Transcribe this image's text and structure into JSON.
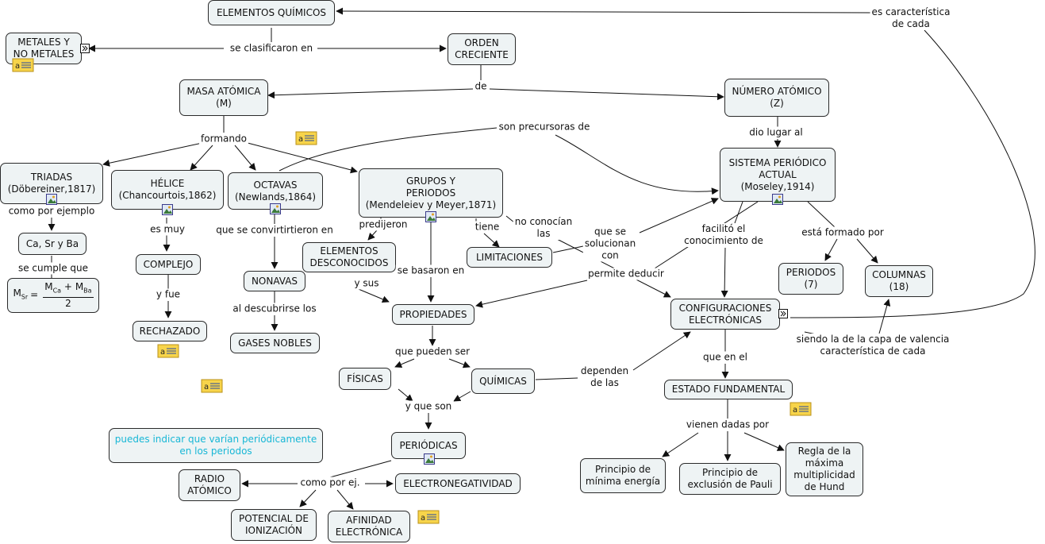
{
  "nodes": {
    "elementos": "ELEMENTOS QUÍMICOS",
    "metales": "METALES Y\nNO METALES",
    "orden": "ORDEN\nCRECIENTE",
    "masa": "MASA ATÓMICA\n(M)",
    "numero": "NÚMERO ATÓMICO\n(Z)",
    "sistema": "SISTEMA PERIÓDICO\nACTUAL\n(Moseley,1914)",
    "triadas": "TRIADAS\n(Döbereiner,1817)",
    "helice": "HÉLICE\n(Chancourtois,1862)",
    "octavas": "OCTAVAS\n(Newlands,1864)",
    "grupos": "GRUPOS Y\nPERIODOS\n(Mendeleiev y Meyer,1871)",
    "casrba": "Ca, Sr y Ba",
    "complejo": "COMPLEJO",
    "rechazado": "RECHAZADO",
    "nonavas": "NONAVAS",
    "gases": "GASES NOBLES",
    "desconocidos": "ELEMENTOS\nDESCONOCIDOS",
    "limitaciones": "LIMITACIONES",
    "propiedades": "PROPIEDADES",
    "fisicas": "FÍSICAS",
    "quimicas": "QUÍMICAS",
    "periodicas": "PERIÓDICAS",
    "radio": "RADIO\nATÓMICO",
    "electroneg": "ELECTRONEGATIVIDAD",
    "potencial": "POTENCIAL DE\nIONIZACIÓN",
    "afinidad": "AFINIDAD\nELECTRÓNICA",
    "nota": "puedes indicar que varían periódicamente\nen los periodos",
    "periodos": "PERIODOS\n(7)",
    "columnas": "COLUMNAS\n(18)",
    "configuraciones": "CONFIGURACIONES\nELECTRÓNICAS",
    "estado": "ESTADO FUNDAMENTAL",
    "minima": "Principio de\nmínima energía",
    "pauli": "Principio de\nexclusión de Pauli",
    "hund": "Regla de la\nmáxima\nmultiplicidad\nde Hund"
  },
  "formula": {
    "lhs": "M",
    "lhs_sub": "Sr",
    "eq": "=",
    "num_a": "M",
    "num_a_sub": "Ca",
    "plus": "+",
    "num_b": "M",
    "num_b_sub": "Ba",
    "den": "2"
  },
  "labels": {
    "se_clasificaron": "se clasificaron en",
    "de": "de",
    "formando": "formando",
    "dio_lugar": "dio lugar al",
    "son_precursoras": "son precursoras de",
    "es_caracteristica": "es característica\nde cada",
    "como_por_ejemplo": "como por ejemplo",
    "se_cumple": "se cumple que",
    "es_muy": "es muy",
    "y_fue": "y fue",
    "que_se_convirtieron": "que se convirtirtieron en",
    "al_descubrirse": "al descubrirse los",
    "predijeron": "predijeron",
    "y_sus": "y sus",
    "se_basaron": "se basaron en",
    "tiene": "tiene",
    "no_conocian": "no conocían\nlas",
    "que_se_solucionan": "que se\nsolucionan\ncon",
    "permite_deducir": "permite deducir",
    "facilito": "facilitó el\nconocimiento de",
    "esta_formado": "está formado por",
    "siendo_la": "siendo la de la capa de valencia\ncaracterística de cada",
    "que_en_el": "que en el",
    "vienen_dadas": "vienen dadas por",
    "que_pueden_ser": "que pueden ser",
    "y_que_son": "y que son",
    "dependen": "dependen\nde las",
    "como_por_ej": "como por ej."
  },
  "colors": {
    "node_bg": "#eef3f4",
    "border": "#2a2a2a",
    "note_text": "#18b7d6",
    "line": "#111111",
    "note_icon": "#f7d44a"
  },
  "icons": [
    "image-resource-icon",
    "note-resource-icon",
    "expand-icon"
  ]
}
